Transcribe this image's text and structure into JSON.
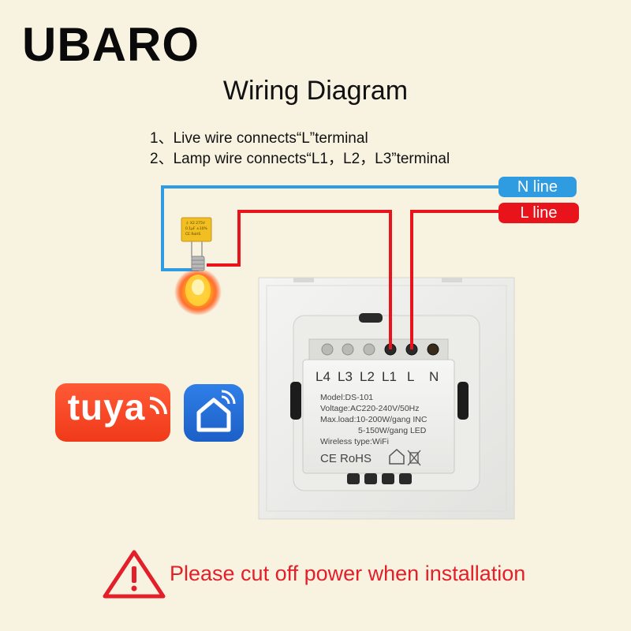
{
  "brand": "UBARO",
  "title": "Wiring Diagram",
  "notes": [
    "1、Live wire connects“L”terminal",
    "2、Lamp wire connects“L1，L2，L3”terminal"
  ],
  "lines": {
    "n_label": "N line",
    "l_label": "L line",
    "n_color": "#2f9be0",
    "l_color": "#e8131b"
  },
  "terminals": [
    "L4",
    "L3",
    "L2",
    "L1",
    "L",
    "N"
  ],
  "label_plate": {
    "model": "Model:DS-101",
    "voltage": "Voltage:AC220-240V/50Hz",
    "max_load_1": "Max.load:10-200W/gang  INC",
    "max_load_2": "5-150W/gang  LED",
    "wireless": "Wireless type:WiFi",
    "marks": "CE RoHS"
  },
  "apps": {
    "tuya_label": "tuya",
    "smart_home_icon": "smart-home-icon"
  },
  "warning": "Please cut off power when installation",
  "icons": {
    "capacitor": "capacitor-icon",
    "bulb": "light-bulb-icon",
    "warning": "warning-triangle-icon",
    "house": "house-icon",
    "bin": "crossed-bin-icon"
  }
}
